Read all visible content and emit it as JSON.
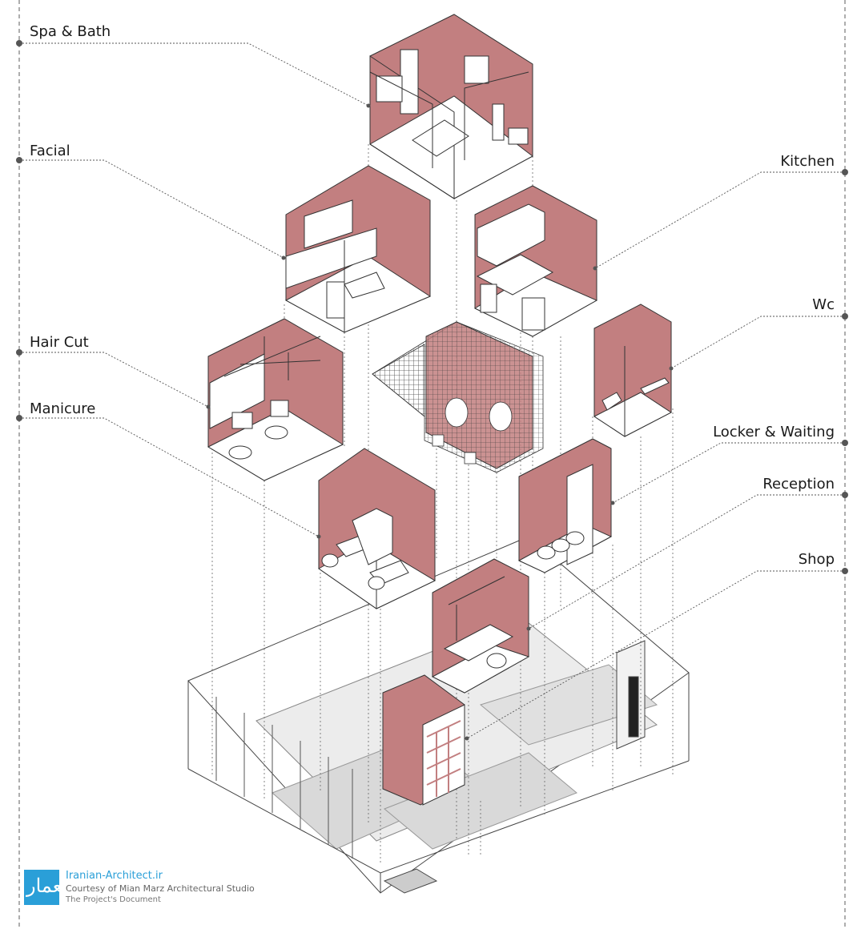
{
  "labels": {
    "spa_bath": "Spa & Bath",
    "facial": "Facial",
    "hair_cut": "Hair Cut",
    "manicure": "Manicure",
    "kitchen": "Kitchen",
    "wc": "Wc",
    "locker_waiting": "Locker & Waiting",
    "reception": "Reception",
    "shop": "Shop"
  },
  "watermark": {
    "logo_glyph": "معمار",
    "site": "Iranian-Architect.ir",
    "courtesy": "Courtesy of Mian Marz Architectural Studio",
    "document": "The Project's Document"
  },
  "colors": {
    "room_fill": "#c27f80",
    "line": "#333333",
    "leader": "#555555",
    "floor_shade": "#d9d9d9",
    "brand": "#2a9fd8"
  }
}
